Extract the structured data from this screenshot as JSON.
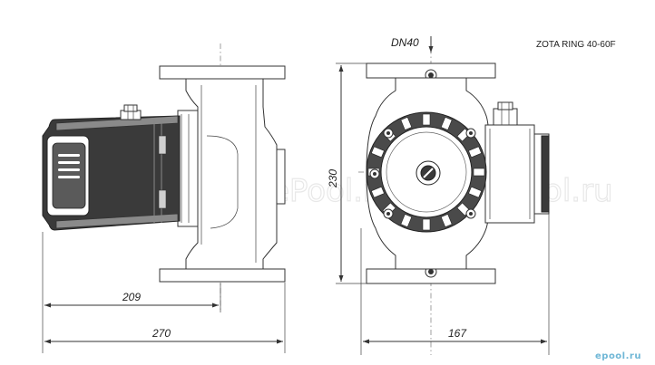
{
  "title": "ZOTA RING 40-60F",
  "dn_label": "DN40",
  "dimensions": {
    "width_209": "209",
    "width_270": "270",
    "height_230": "230",
    "width_167": "167"
  },
  "watermark": "ePool.ru",
  "logo": "epool.ru",
  "colors": {
    "line": "#333333",
    "motor": "#3a3a3a",
    "watermark": "#e8e8e8",
    "logo": "#6fb7d6"
  }
}
